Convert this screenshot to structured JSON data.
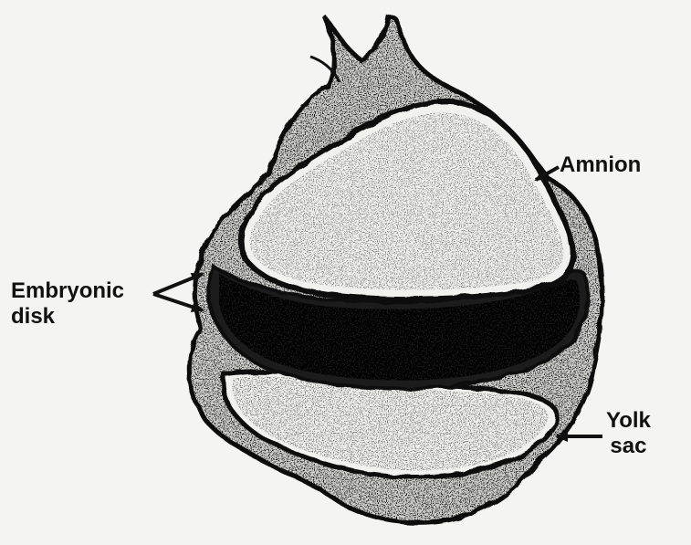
{
  "labels": {
    "amnion": "Amnion",
    "embryonic_disk": [
      "Embryonic",
      "disk"
    ],
    "yolk_sac": [
      "Yolk",
      "sac"
    ]
  },
  "colors": {
    "background": "#f4f4f2",
    "ink": "#111111",
    "cavity": "#f1f1ee"
  }
}
